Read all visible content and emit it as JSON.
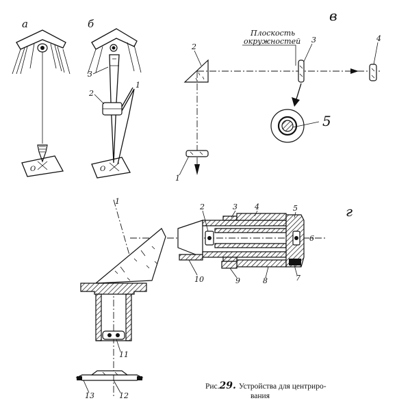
{
  "figure": {
    "panel_labels": {
      "a": "а",
      "b": "б",
      "v": "в",
      "g": "г"
    },
    "panel_v_text": {
      "line1": "Плоскость",
      "line2": "окружностей"
    },
    "numbers": {
      "b_3": "3",
      "b_2": "2",
      "b_1": "1",
      "v_2": "2",
      "v_3": "3",
      "v_4": "4",
      "v_5": "5",
      "v_1": "1",
      "g_1": "1",
      "g_2": "2",
      "g_3": "3",
      "g_4": "4",
      "g_5": "5",
      "g_6": "6",
      "g_7": "7",
      "g_8": "8",
      "g_9": "9",
      "g_10": "10",
      "g_11": "11",
      "g_12": "12",
      "g_13": "13"
    },
    "point_label": "O",
    "caption": {
      "prefix": "Рис.",
      "number": "29.",
      "text_line1": "Устройства для центриро-",
      "text_line2": "вания"
    }
  }
}
